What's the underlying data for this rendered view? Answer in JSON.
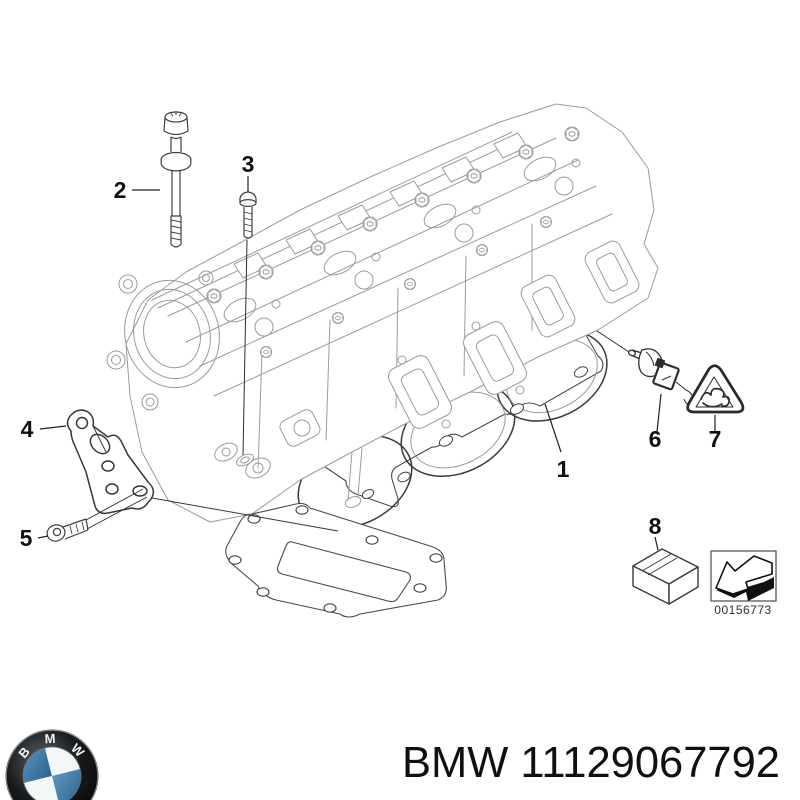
{
  "page": {
    "background": "#ffffff"
  },
  "diagram": {
    "callouts": [
      {
        "label": "1"
      },
      {
        "label": "2"
      },
      {
        "label": "3"
      },
      {
        "label": "4"
      },
      {
        "label": "5"
      },
      {
        "label": "6"
      },
      {
        "label": "7"
      },
      {
        "label": "8"
      }
    ],
    "stamp_number": "00156773"
  },
  "footer": {
    "part_text": "BMW 11129067792",
    "logo_letters": [
      "B",
      "M",
      "W"
    ]
  },
  "colors": {
    "line_light": "#9b9b9b",
    "line_dark": "#3d3d3d",
    "label": "#111111",
    "logo_blue": "#3575a5"
  }
}
